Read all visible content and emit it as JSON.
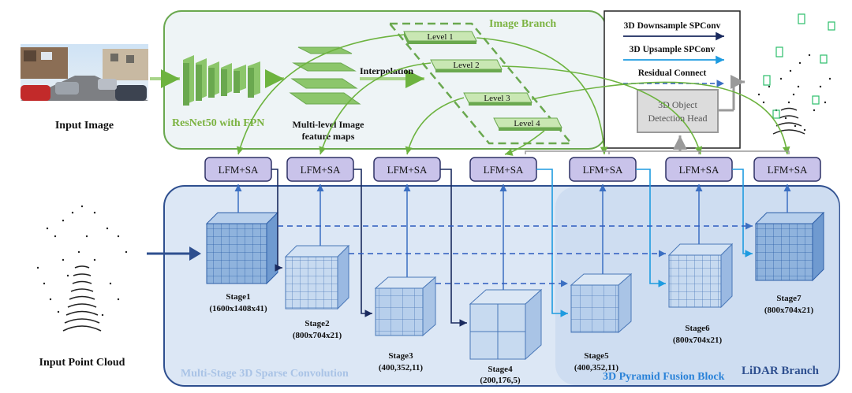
{
  "input_image_label": "Input Image",
  "input_cloud_label": "Input Point Cloud",
  "image_branch_label": "Image Branch",
  "lidar_branch_label": "LiDAR Branch",
  "sparse_conv_label": "Multi-Stage 3D Sparse Convolution",
  "pyramid_label": "3D Pyramid Fusion Block",
  "backbone_label": "ResNet50 with FPN",
  "feature_maps_label_1": "Multi-level Image",
  "feature_maps_label_2": "feature maps",
  "interpolation_label": "Interpolation",
  "levels": [
    "Level 1",
    "Level 2",
    "Level 3",
    "Level 4"
  ],
  "legend": {
    "downsample": "3D Downsample SPConv",
    "upsample": "3D Upsample SPConv",
    "residual": "Residual Connect"
  },
  "detection_head_1": "3D Object",
  "detection_head_2": "Detection Head",
  "lfm_label": "LFM+SA",
  "stages": [
    {
      "name": "Stage1",
      "dims": "(1600x1408x41)"
    },
    {
      "name": "Stage2",
      "dims": "(800x704x21)"
    },
    {
      "name": "Stage3",
      "dims": "(400,352,11)"
    },
    {
      "name": "Stage4",
      "dims": "(200,176,5)"
    },
    {
      "name": "Stage5",
      "dims": "(400,352,11)"
    },
    {
      "name": "Stage6",
      "dims": "(800x704x21)"
    },
    {
      "name": "Stage7",
      "dims": "(800x704x21)"
    }
  ],
  "colors": {
    "image_branch_border": "#6aa84f",
    "image_branch_text": "#7cb342",
    "lidar_border": "#2e4f8f",
    "lidar_fill": "#dce7f5",
    "lfm_fill": "#c9c3ea",
    "lfm_border": "#2f3266",
    "cube_fill": "#8fb3dd",
    "down_arrow": "#1a2a5e",
    "up_arrow": "#1e9be0",
    "green_arrow": "#6db33f",
    "level_fill": "#a5d48c"
  }
}
